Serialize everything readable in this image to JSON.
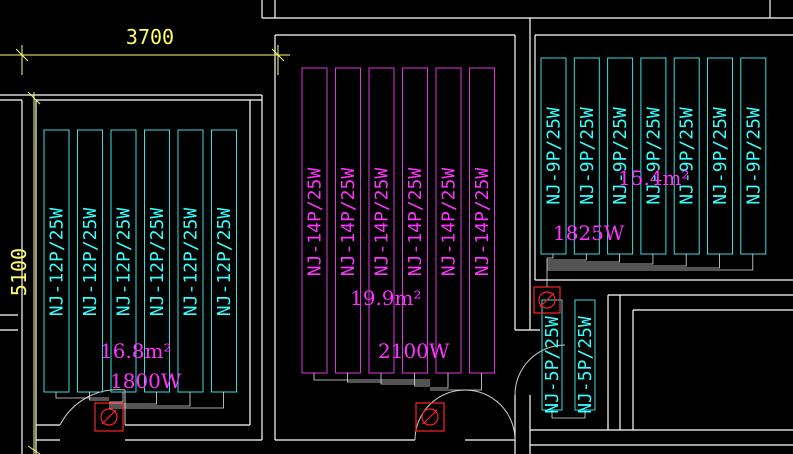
{
  "dimension_horizontal": "3700",
  "dimension_vertical": "5100",
  "room_left": {
    "panel_label": "NJ-12P/25W",
    "panel_count": 6,
    "area": "16.8m²",
    "power": "1800W"
  },
  "room_center": {
    "panel_label": "NJ-14P/25W",
    "panel_count": 6,
    "area": "19.9m²",
    "power": "2100W"
  },
  "room_right": {
    "panel_label": "NJ-9P/25W",
    "panel_count": 7,
    "area": "15.4m²",
    "power": "1825W"
  },
  "room_small": {
    "panel_label": "NJ-5P/25W",
    "panel_count": 2
  },
  "colors": {
    "panel_cyan": "#33ffff",
    "panel_magenta": "#ff33ff",
    "dimension": "#ffff66",
    "thermostat": "#ff2222",
    "wall": "#ffffff"
  }
}
